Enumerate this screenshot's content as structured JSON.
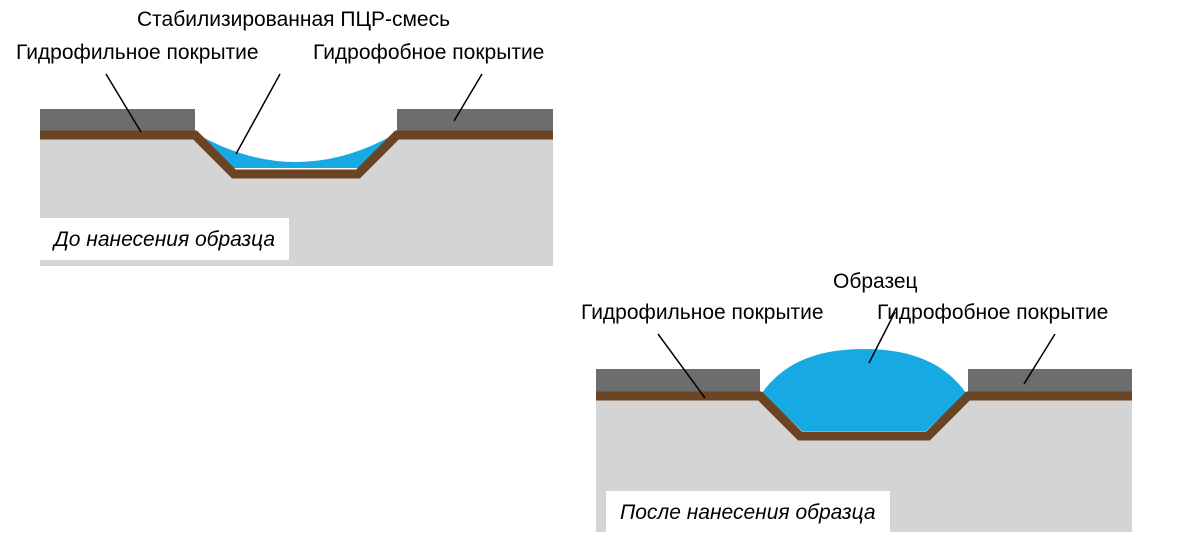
{
  "panel_before": {
    "label_sample": "Стабилизированная ПЦР-смесь",
    "label_hydrophilic": "Гидрофильное покрытие",
    "label_hydrophobic": "Гидрофобное покрытие",
    "caption": "До нанесения образца"
  },
  "panel_after": {
    "label_sample": "Образец",
    "label_hydrophilic": "Гидрофильное покрытие",
    "label_hydrophobic": "Гидрофобное покрытие",
    "caption": "После нанесения образца"
  },
  "colors": {
    "substrate": "#d4d4d4",
    "hydrophilic": "#6b4423",
    "hydrophobic": "#6d6d6d",
    "liquid": "#17a9e1"
  }
}
